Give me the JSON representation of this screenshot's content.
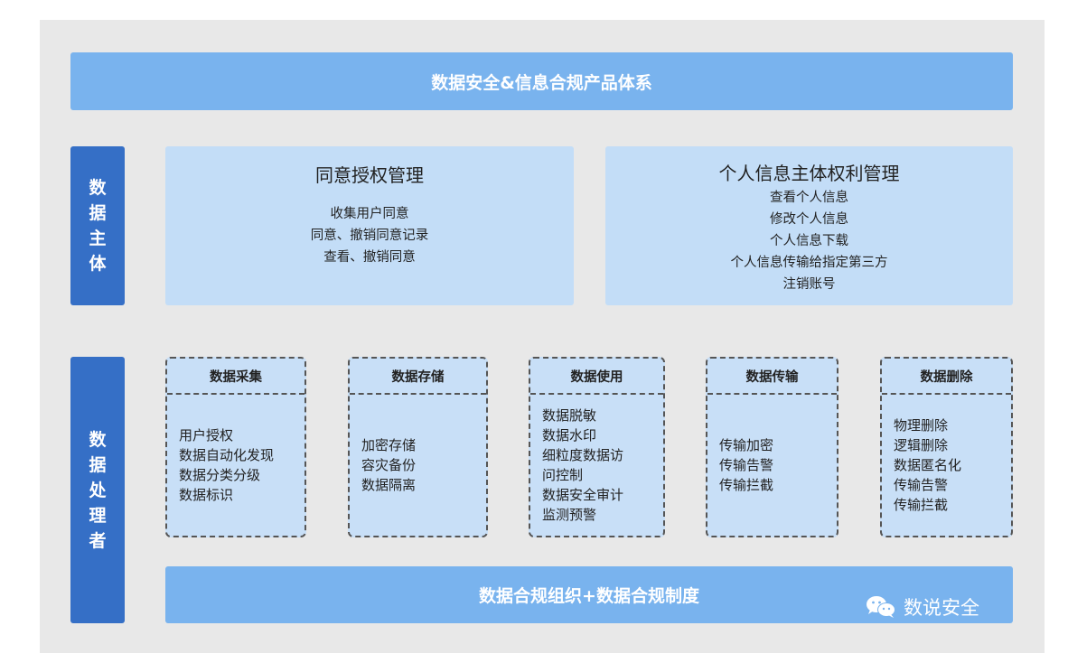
{
  "title": "数据安全&信息合规产品体系",
  "subject_label": [
    "数",
    "据",
    "主",
    "体"
  ],
  "processor_label": [
    "数",
    "据",
    "处",
    "理",
    "者"
  ],
  "consent_panel": {
    "title": "同意授权管理",
    "lines": [
      "收集用户同意",
      "同意、撤销同意记录",
      "查看、撤销同意"
    ]
  },
  "rights_panel": {
    "title": "个人信息主体权利管理",
    "lines": [
      "查看个人信息",
      "修改个人信息",
      "个人信息下载",
      "个人信息传输给指定第三方",
      "注销账号"
    ]
  },
  "lifecycle": [
    {
      "title": "数据采集",
      "items": [
        "用户授权",
        "数据自动化发现",
        "数据分类分级",
        "数据标识"
      ]
    },
    {
      "title": "数据存储",
      "items": [
        "加密存储",
        "容灾备份",
        "数据隔离"
      ]
    },
    {
      "title": "数据使用",
      "items": [
        "数据脱敏",
        "数据水印",
        "细粒度数据访",
        "问控制",
        "数据安全审计",
        "监测预警"
      ]
    },
    {
      "title": "数据传输",
      "items": [
        "传输加密",
        "传输告警",
        "传输拦截"
      ]
    },
    {
      "title": "数据删除",
      "items": [
        "物理删除",
        "逻辑删除",
        "数据匿名化",
        "传输告警",
        "传输拦截"
      ]
    }
  ],
  "footer": "数据合规组织+数据合规制度",
  "watermark": {
    "text": "数说安全",
    "icon": "wechat-icon"
  },
  "colors": {
    "title_bar": "#79b3ee",
    "side_label": "#356fc6",
    "panel": "#c3ddf7",
    "background": "#e8e8e8"
  }
}
